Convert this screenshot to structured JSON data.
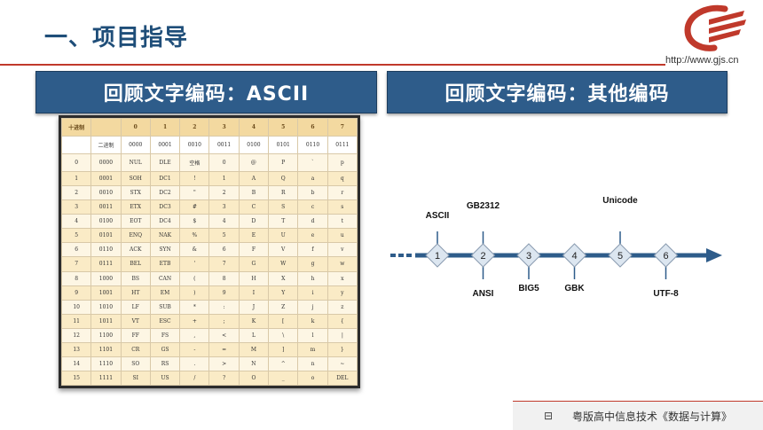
{
  "page": {
    "heading": "一、项目指导",
    "url": "http://www.gjs.cn"
  },
  "banners": {
    "left": "回顾文字编码：ASCII",
    "right": "回顾文字编码：其他编码"
  },
  "ascii_table": {
    "corner": "十进制",
    "col_dec": [
      "0",
      "1",
      "2",
      "3",
      "4",
      "5",
      "6",
      "7"
    ],
    "col_bin_label": "二进制",
    "col_bin": [
      "0000",
      "0001",
      "0010",
      "0011",
      "0100",
      "0101",
      "0110",
      "0111"
    ],
    "rows": [
      {
        "dec": "0",
        "bin": "0000",
        "cells": [
          "NUL",
          "DLE",
          "空格",
          "0",
          "@",
          "P",
          "`",
          "p"
        ]
      },
      {
        "dec": "1",
        "bin": "0001",
        "cells": [
          "SOH",
          "DC1",
          "!",
          "1",
          "A",
          "Q",
          "a",
          "q"
        ]
      },
      {
        "dec": "2",
        "bin": "0010",
        "cells": [
          "STX",
          "DC2",
          "\"",
          "2",
          "B",
          "R",
          "b",
          "r"
        ]
      },
      {
        "dec": "3",
        "bin": "0011",
        "cells": [
          "ETX",
          "DC3",
          "#",
          "3",
          "C",
          "S",
          "c",
          "s"
        ]
      },
      {
        "dec": "4",
        "bin": "0100",
        "cells": [
          "EOT",
          "DC4",
          "$",
          "4",
          "D",
          "T",
          "d",
          "t"
        ]
      },
      {
        "dec": "5",
        "bin": "0101",
        "cells": [
          "ENQ",
          "NAK",
          "%",
          "5",
          "E",
          "U",
          "e",
          "u"
        ]
      },
      {
        "dec": "6",
        "bin": "0110",
        "cells": [
          "ACK",
          "SYN",
          "&",
          "6",
          "F",
          "V",
          "f",
          "v"
        ]
      },
      {
        "dec": "7",
        "bin": "0111",
        "cells": [
          "BEL",
          "ETB",
          "'",
          "7",
          "G",
          "W",
          "g",
          "w"
        ]
      },
      {
        "dec": "8",
        "bin": "1000",
        "cells": [
          "BS",
          "CAN",
          "(",
          "8",
          "H",
          "X",
          "h",
          "x"
        ]
      },
      {
        "dec": "9",
        "bin": "1001",
        "cells": [
          "HT",
          "EM",
          ")",
          "9",
          "I",
          "Y",
          "i",
          "y"
        ]
      },
      {
        "dec": "10",
        "bin": "1010",
        "cells": [
          "LF",
          "SUB",
          "*",
          ":",
          "J",
          "Z",
          "j",
          "z"
        ]
      },
      {
        "dec": "11",
        "bin": "1011",
        "cells": [
          "VT",
          "ESC",
          "+",
          ";",
          "K",
          "[",
          "k",
          "{"
        ]
      },
      {
        "dec": "12",
        "bin": "1100",
        "cells": [
          "FF",
          "FS",
          ",",
          "<",
          "L",
          "\\",
          "l",
          "|"
        ]
      },
      {
        "dec": "13",
        "bin": "1101",
        "cells": [
          "CR",
          "GS",
          "-",
          "=",
          "M",
          "]",
          "m",
          "}"
        ]
      },
      {
        "dec": "14",
        "bin": "1110",
        "cells": [
          "SO",
          "RS",
          ".",
          ">",
          "N",
          "^",
          "n",
          "~"
        ]
      },
      {
        "dec": "15",
        "bin": "1111",
        "cells": [
          "SI",
          "US",
          "/",
          "?",
          "O",
          "_",
          "o",
          "DEL"
        ]
      }
    ]
  },
  "timeline": {
    "nodes": [
      {
        "num": "1",
        "above": "ASCII",
        "below": ""
      },
      {
        "num": "2",
        "above": "GB2312",
        "below": "ANSI"
      },
      {
        "num": "3",
        "above": "",
        "below": "BIG5"
      },
      {
        "num": "4",
        "above": "",
        "below": "GBK"
      },
      {
        "num": "5",
        "above": "Unicode",
        "below": ""
      },
      {
        "num": "6",
        "above": "",
        "below": "UTF-8"
      }
    ],
    "colors": {
      "line": "#2e5c8a",
      "diamond_fill": "#dce6f0",
      "diamond_stroke": "#8a9bb0"
    }
  },
  "footer": {
    "icon": "book-icon",
    "text": "粤版高中信息技术《数据与计算》"
  },
  "colors": {
    "brand_red": "#c0392b",
    "banner_blue": "#2e5c8a",
    "heading_blue": "#1f4e79"
  }
}
